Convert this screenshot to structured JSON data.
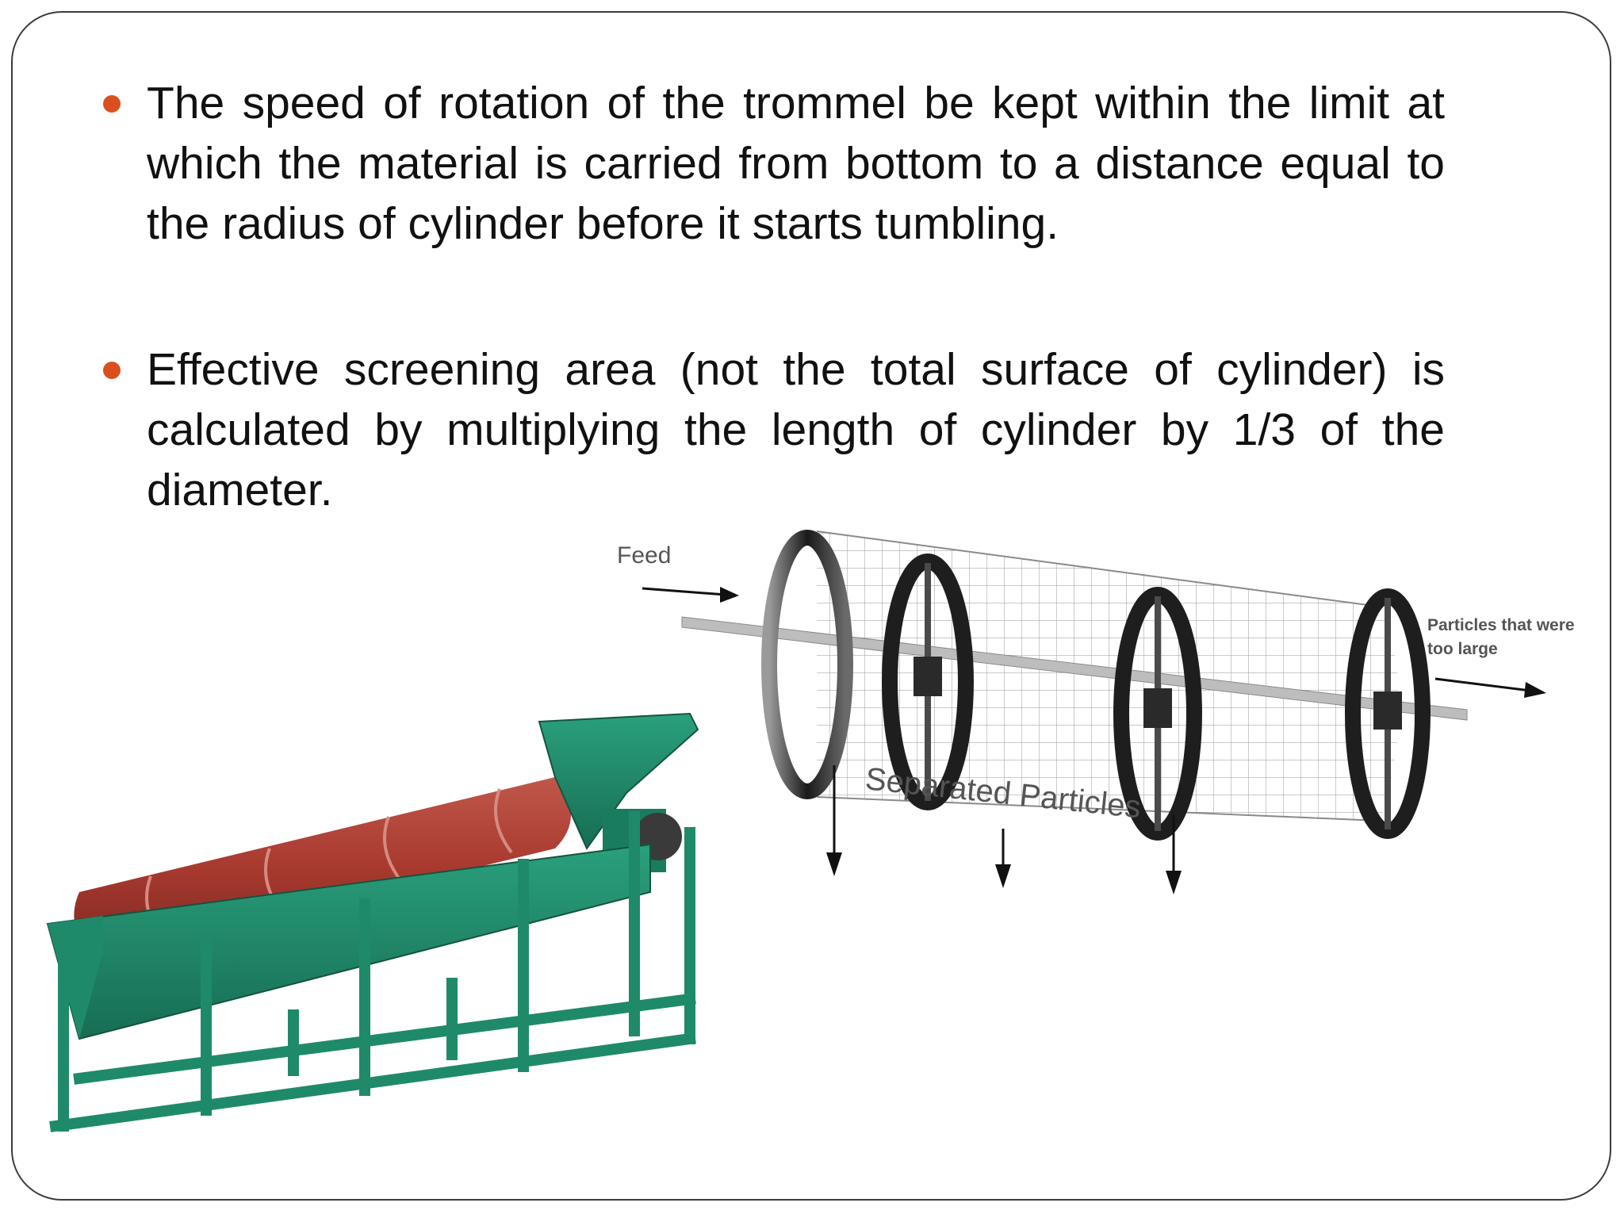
{
  "bullets": [
    {
      "text": "The speed of rotation of the trommel be kept within the limit at which the material is carried from bottom to a distance equal to the radius of cylinder before it starts tumbling."
    },
    {
      "text": "Effective screening area (not the total surface of cylinder) is calculated by multiplying the length of cylinder by 1/3 of the diameter."
    }
  ],
  "diagram": {
    "feed_label": "Feed",
    "oversize_label_line1": "Particles that were",
    "oversize_label_line2": "too large",
    "separated_label": "Separated Particles"
  },
  "colors": {
    "bullet": "#d9501e",
    "frame_border": "#3c3c3c",
    "text": "#111111",
    "drum_red": "#a8392f",
    "frame_green": "#1f8a6a"
  }
}
